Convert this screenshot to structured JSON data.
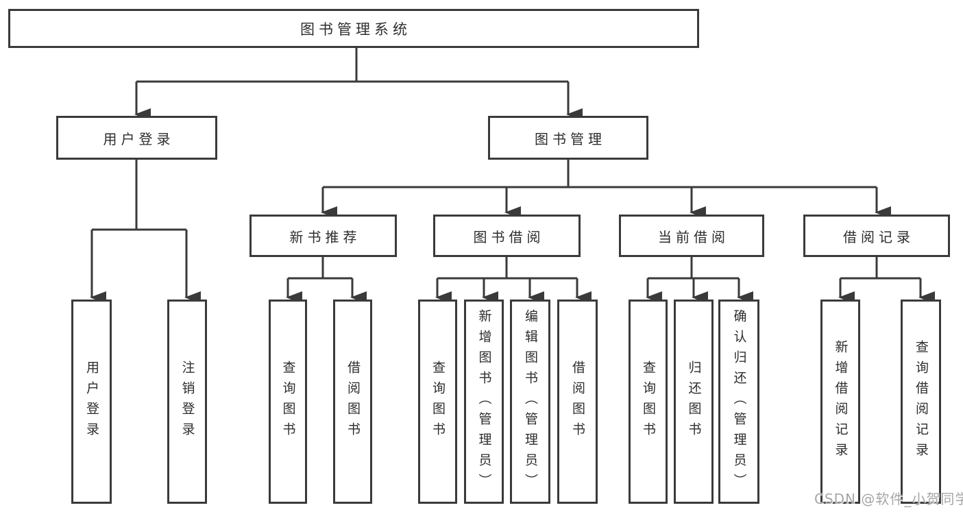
{
  "diagram": {
    "root": {
      "label": "图书管理系统"
    },
    "level2": [
      {
        "label": "用户登录"
      },
      {
        "label": "图书管理"
      }
    ],
    "level3": [
      {
        "label": "新书推荐"
      },
      {
        "label": "图书借阅"
      },
      {
        "label": "当前借阅"
      },
      {
        "label": "借阅记录"
      }
    ],
    "leaves": {
      "user_login": [
        "用户登录",
        "注销登录"
      ],
      "new_book": [
        "查询图书",
        "借阅图书"
      ],
      "book_borrow": [
        "查询图书",
        "新增图书（管理员）",
        "编辑图书（管理员）",
        "借阅图书"
      ],
      "current_borrow": [
        "查询图书",
        "归还图书",
        "确认归还（管理员）"
      ],
      "borrow_record": [
        "新增借阅记录",
        "查询借阅记录"
      ]
    }
  },
  "watermark": {
    "text": "CSDN @软件_小贺同学",
    "color": "#a6a6a6"
  },
  "colors": {
    "line": "#3a3a3a",
    "box_border": "#3a3a3a",
    "box_fill": "#ffffff",
    "text": "#2d2d2d",
    "background": "#ffffff"
  }
}
